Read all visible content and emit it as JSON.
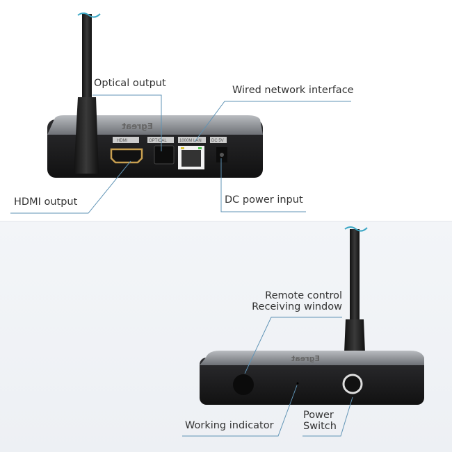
{
  "rear_view": {
    "labels": {
      "optical": "Optical output",
      "network": "Wired network interface",
      "hdmi": "HDMI output",
      "dc": "DC power input"
    },
    "port_markings": [
      "HDMI",
      "OPTICAL",
      "1000M LAN",
      "DC 5V"
    ],
    "brand": "Egreat"
  },
  "front_view": {
    "labels": {
      "remote_line1": "Remote control",
      "remote_line2": "Receiving window",
      "indicator": "Working indicator",
      "power_line1": "Power",
      "power_line2": "Switch"
    },
    "brand": "Egreat"
  },
  "colors": {
    "leader_line": "#5f93b5",
    "body": "#1c1c1e",
    "top_plate": "#8a8d92"
  }
}
